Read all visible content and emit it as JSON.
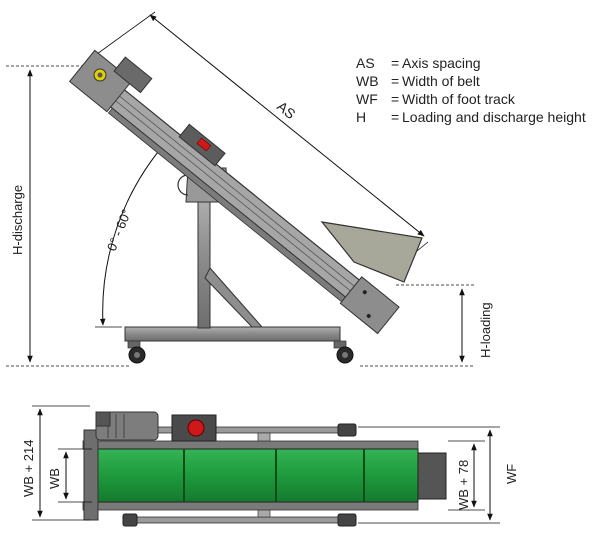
{
  "legend": {
    "items": [
      {
        "abbr": "AS",
        "eq": "=",
        "desc": "Axis spacing"
      },
      {
        "abbr": "WB",
        "eq": "=",
        "desc": "Width of belt"
      },
      {
        "abbr": "WF",
        "eq": "=",
        "desc": "Width of foot track"
      },
      {
        "abbr": "H",
        "eq": "=",
        "desc": "Loading and discharge height"
      }
    ]
  },
  "side_view": {
    "axis_spacing_label": "AS",
    "angle_label": "0° - 60°",
    "h_discharge_label": "H-discharge",
    "h_loading_label": "H-loading"
  },
  "top_view": {
    "wb_plus_214_label": "WB + 214",
    "wb_label": "WB",
    "wb_plus_78_label": "WB + 78",
    "wf_label": "WF"
  },
  "colors": {
    "frame": "#8e8e8e",
    "frame_dark": "#5a5a5a",
    "hopper": "#a8a89a",
    "belt_green": "#1e9a3c",
    "belt_green_light": "#3bbf5a",
    "motor": "#6c6c6c",
    "red_button": "#d01818",
    "yellow_ring": "#e2d000"
  }
}
